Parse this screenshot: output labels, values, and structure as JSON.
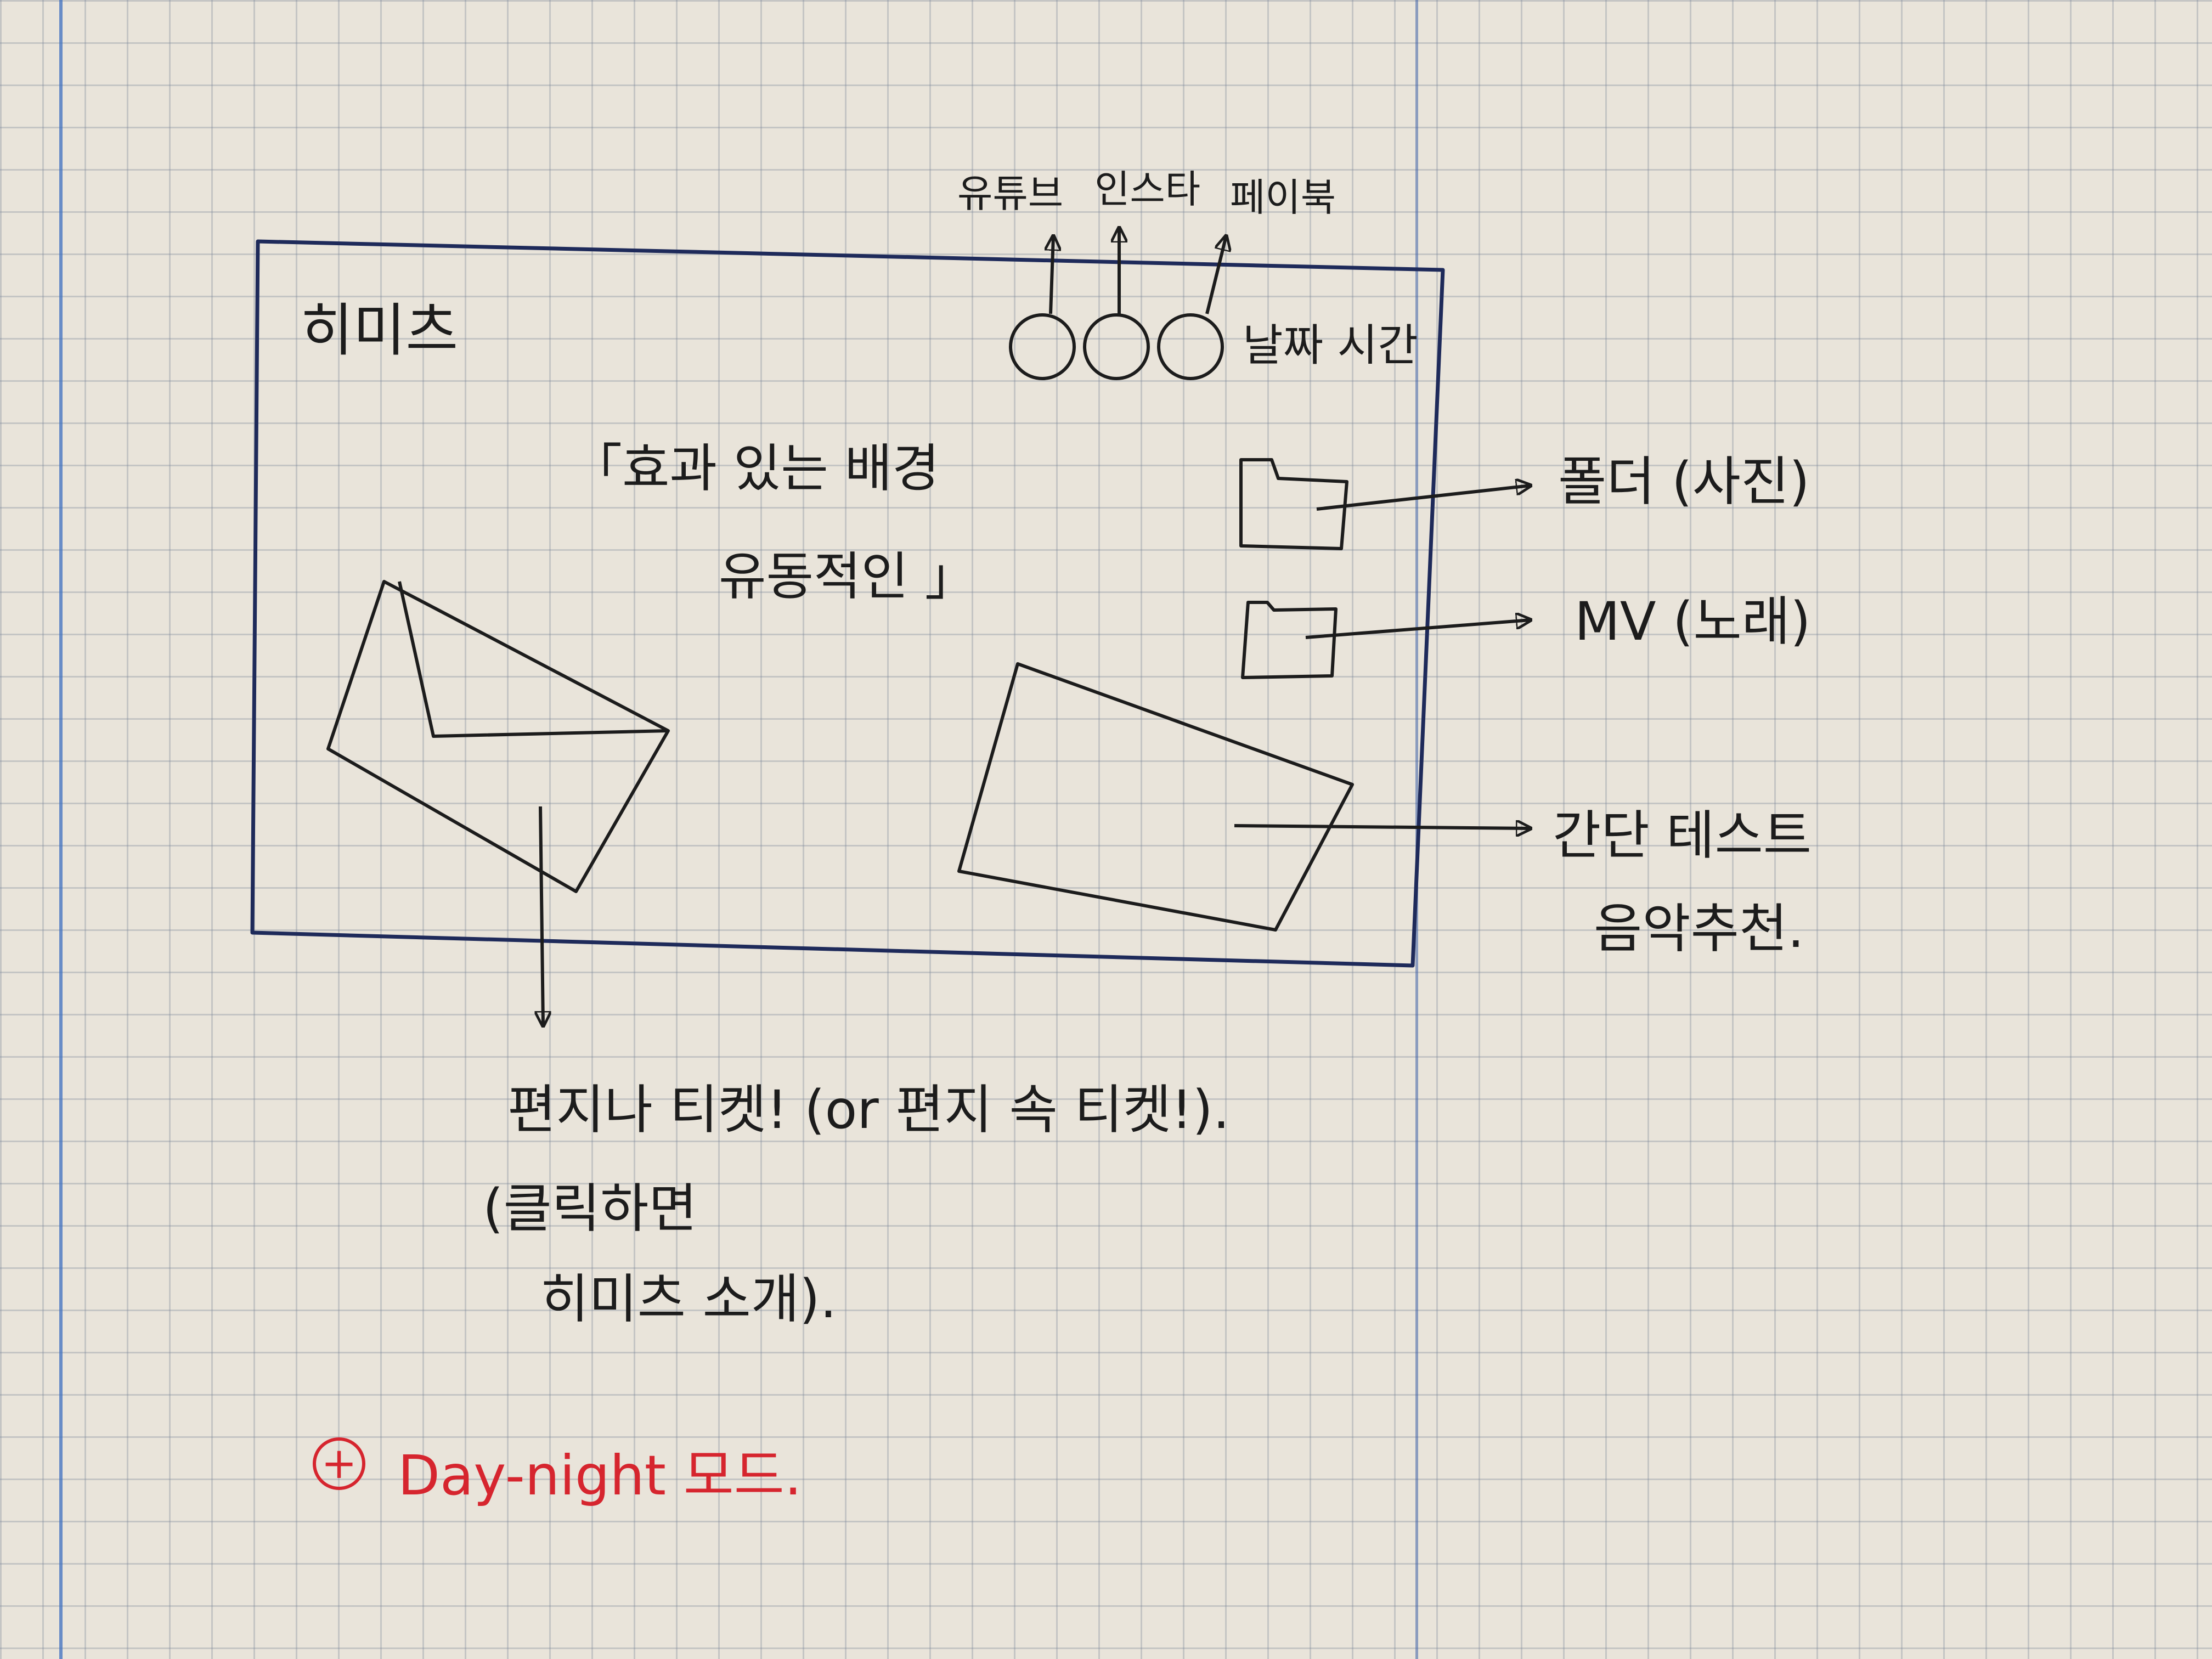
{
  "sketch": {
    "site_title": "히미츠",
    "social_links": [
      {
        "label": "유튜브",
        "icon": "circle-button-icon"
      },
      {
        "label": "인스타",
        "icon": "circle-button-icon"
      },
      {
        "label": "페이북",
        "icon": "circle-button-icon"
      }
    ],
    "datetime_label": "날짜 시간",
    "background_note_line1": "「효과 있는 배경",
    "background_note_line2": "유동적인 」",
    "folder_photos_label": "폴더 (사진)",
    "folder_mv_label": "MV (노래)",
    "card_label_line1": "간단 테스트",
    "card_label_line2": "음악추천.",
    "envelope_note_line1": "편지나 티켓! (or 편지 속 티켓!).",
    "envelope_note_line2": "(클릭하면",
    "envelope_note_line3": "히미츠 소개).",
    "footer_note": "Day-night 모드.",
    "plus_symbol": "+"
  },
  "colors": {
    "ink": "#1c1c1c",
    "frame_ink": "#1e2a5a",
    "red_ink": "#d6252e",
    "paper": "#e9e4da",
    "margin_line": "#3c6fc0"
  }
}
